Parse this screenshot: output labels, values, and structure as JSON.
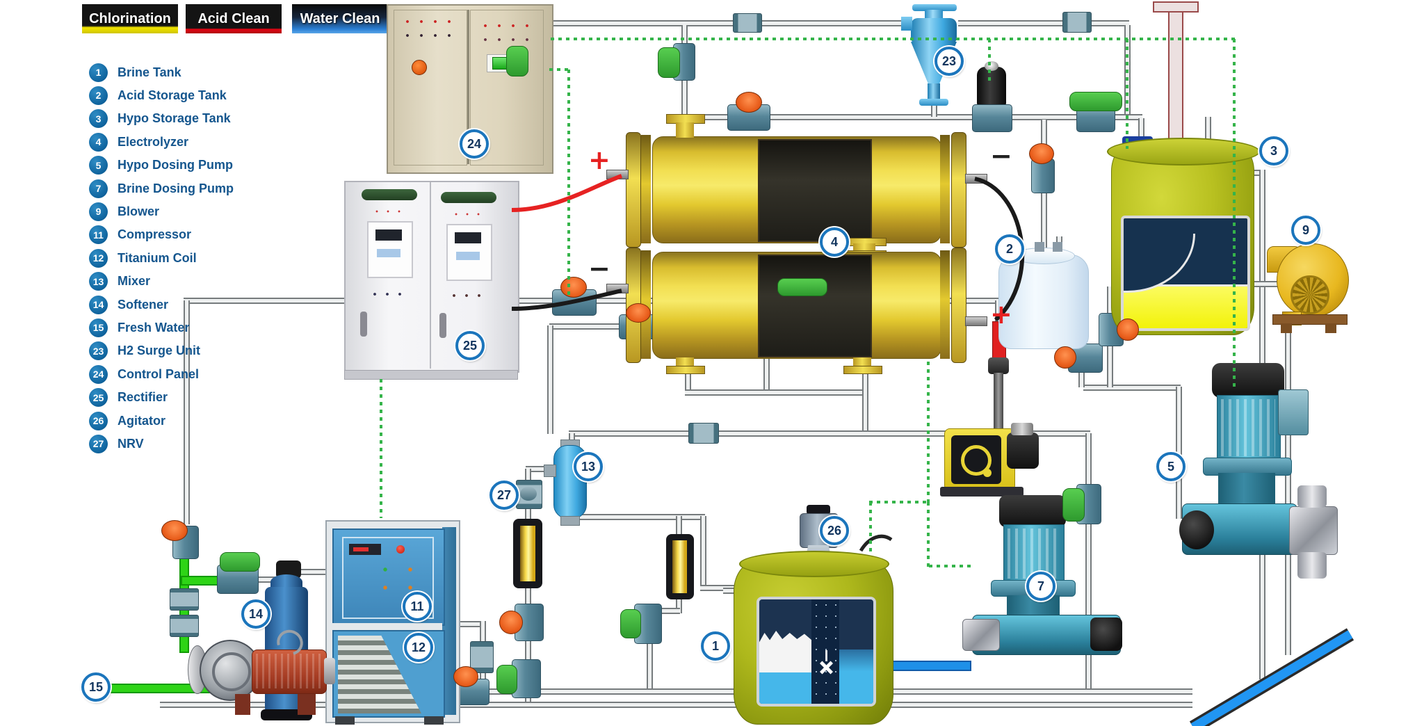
{
  "legend": {
    "chips": [
      {
        "label": "Chlorination",
        "stripe_color": "#f2e500"
      },
      {
        "label": "Acid Clean",
        "stripe_color": "#e30613"
      },
      {
        "label": "Water Clean",
        "stripe_color": "#2b7fd4"
      }
    ]
  },
  "equipment_list": {
    "items": [
      {
        "num": "1",
        "label": "Brine Tank"
      },
      {
        "num": "2",
        "label": "Acid Storage Tank"
      },
      {
        "num": "3",
        "label": "Hypo Storage Tank"
      },
      {
        "num": "4",
        "label": "Electrolyzer"
      },
      {
        "num": "5",
        "label": "Hypo Dosing Pump"
      },
      {
        "num": "7",
        "label": "Brine Dosing Pump"
      },
      {
        "num": "9",
        "label": "Blower"
      },
      {
        "num": "11",
        "label": "Compressor"
      },
      {
        "num": "12",
        "label": "Titanium Coil"
      },
      {
        "num": "13",
        "label": "Mixer"
      },
      {
        "num": "14",
        "label": "Softener"
      },
      {
        "num": "15",
        "label": "Fresh Water"
      },
      {
        "num": "23",
        "label": "H2 Surge Unit"
      },
      {
        "num": "24",
        "label": "Control Panel"
      },
      {
        "num": "25",
        "label": "Rectifier"
      },
      {
        "num": "26",
        "label": "Agitator"
      },
      {
        "num": "27",
        "label": "NRV"
      }
    ]
  },
  "diagram": {
    "badges": [
      {
        "label": "1"
      },
      {
        "label": "2"
      },
      {
        "label": "3"
      },
      {
        "label": "4"
      },
      {
        "label": "5"
      },
      {
        "label": "7"
      },
      {
        "label": "9"
      },
      {
        "label": "11"
      },
      {
        "label": "12"
      },
      {
        "label": "13"
      },
      {
        "label": "14"
      },
      {
        "label": "15"
      },
      {
        "label": "23"
      },
      {
        "label": "24"
      },
      {
        "label": "25"
      },
      {
        "label": "26"
      },
      {
        "label": "27"
      }
    ],
    "polarity_marks": {
      "plus_top_left": "+",
      "minus_top_right": "−",
      "minus_bottom_left": "−",
      "plus_bottom_right": "+"
    }
  },
  "colors": {
    "pipe_grey": "#767b7d",
    "control_line_green": "#35b44a",
    "chlorination_yellow": "#f2e500",
    "acid_red": "#e30613",
    "water_blue": "#2196f3",
    "fresh_water_pipe": "#2ed416",
    "electrolyzer_yellow": "#e8cc30",
    "tank_olive": "#b0ba18",
    "pump_teal": "#3fb0cf",
    "badge_blue": "#1b75bc",
    "list_blue": "#15568e"
  }
}
